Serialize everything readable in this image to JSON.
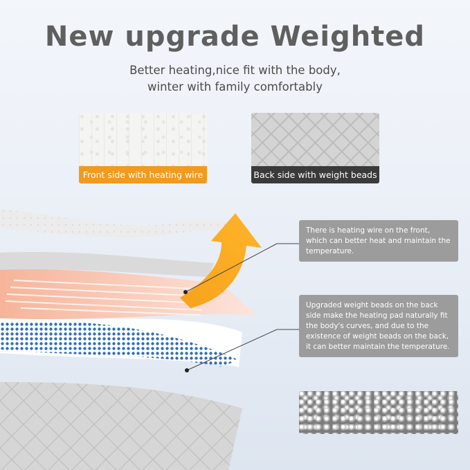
{
  "header": {
    "title": "New upgrade Weighted",
    "subtitle_line1": "Better heating,nice fit with the body,",
    "subtitle_line2": "winter with family comfortably"
  },
  "swatches": {
    "front_label": "Front side with heating wire",
    "back_label": "Back side with weight beads"
  },
  "callouts": {
    "heating_wire": "There is heating wire on the front, which can better heat and maintain the temperature.",
    "weight_beads": "Upgraded weight beads on the back side make the heating pad naturally fit the body's curves, and due to the existence of weight beads on the back, it can better maintain the temperature."
  },
  "colors": {
    "accent_orange": "#f29a1d",
    "dark_label": "#3a3a3a",
    "callout_gray": "#9c9c9c",
    "bead_blue": "#2f6fbf"
  }
}
